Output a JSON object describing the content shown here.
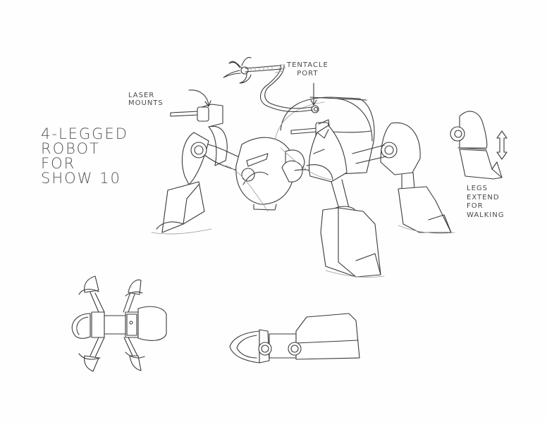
{
  "sheet": {
    "type": "pencil concept sketch",
    "background": "#fefefe",
    "stroke_color": "#3a3a3a"
  },
  "annotations": {
    "title": "4-LEGGED\nROBOT\nFOR\nSHOW 10",
    "laser_mounts": "LASER\nMOUNTS",
    "tentacle_port": "TENTACLE\nPORT",
    "legs_extend": "LEGS\nEXTEND\nFOR\nWALKING"
  },
  "views": [
    {
      "name": "three-quarter view",
      "subject": "4-legged robot with laser mounts and tentacle claw"
    },
    {
      "name": "side leg detail",
      "subject": "extending leg with double arrow"
    },
    {
      "name": "top view",
      "subject": "robot from above, four legs"
    },
    {
      "name": "side view",
      "subject": "robot body profile"
    }
  ],
  "icons": {
    "arrow_laser": "curved-arrow",
    "arrow_tentacle": "down-arrow",
    "arrow_legs": "double-vertical-arrow"
  }
}
